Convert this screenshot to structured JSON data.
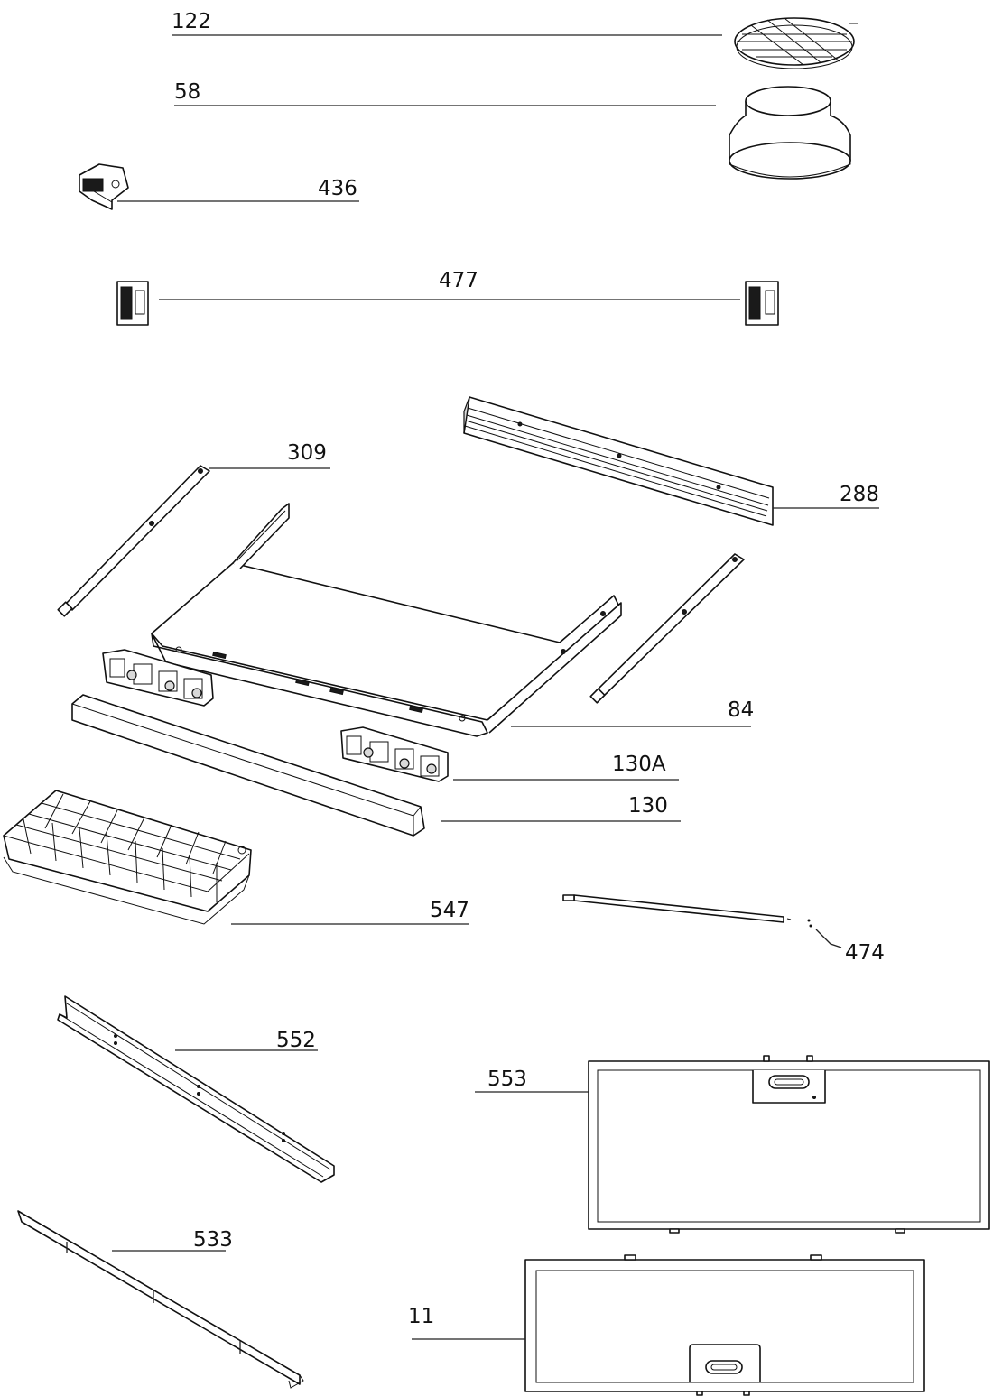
{
  "diagram": {
    "parts": [
      {
        "id": "p122",
        "label": "122"
      },
      {
        "id": "p58",
        "label": "58"
      },
      {
        "id": "p436",
        "label": "436"
      },
      {
        "id": "p477",
        "label": "477"
      },
      {
        "id": "p288",
        "label": "288"
      },
      {
        "id": "p309",
        "label": "309"
      },
      {
        "id": "p84",
        "label": "84"
      },
      {
        "id": "p130a",
        "label": "130A"
      },
      {
        "id": "p130",
        "label": "130"
      },
      {
        "id": "p547",
        "label": "547"
      },
      {
        "id": "p474",
        "label": "474"
      },
      {
        "id": "p552",
        "label": "552"
      },
      {
        "id": "p533",
        "label": "533"
      },
      {
        "id": "p553",
        "label": "553"
      },
      {
        "id": "p11",
        "label": "11"
      }
    ]
  },
  "colors": {
    "line": "#111111",
    "background": "#ffffff"
  }
}
